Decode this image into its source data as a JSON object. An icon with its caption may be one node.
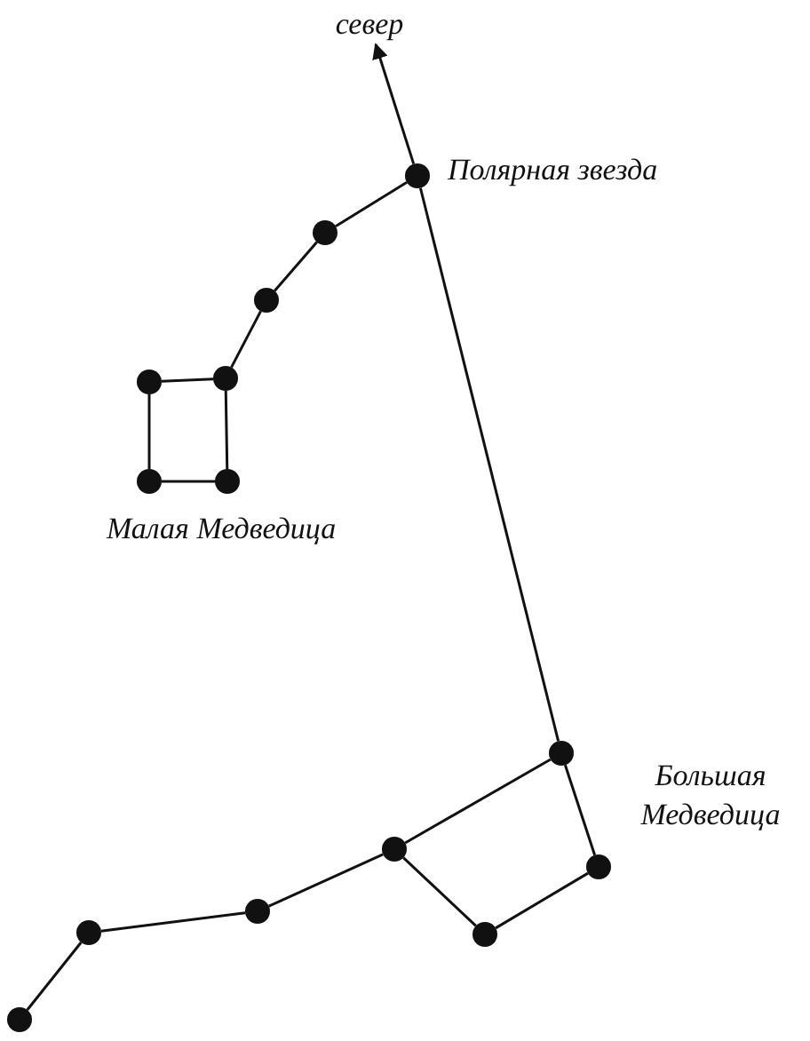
{
  "diagram": {
    "nodes": [
      {
        "text": [
          "север"
        ]
      },
      {
        "text": [],
        "shape": "circle",
        "beside": [
          "Полярная звезда"
        ]
      },
      {
        "text": [],
        "shape": "circle"
      },
      {
        "text": [],
        "shape": "circle"
      },
      {
        "text": [],
        "shape": "circle"
      },
      {
        "text": [],
        "shape": "circle"
      },
      {
        "text": [],
        "shape": "circle"
      },
      {
        "text": [],
        "shape": "circle"
      },
      {
        "text": [],
        "shape": "circle"
      },
      {
        "text": [],
        "shape": "circle"
      },
      {
        "text": [],
        "shape": "circle"
      },
      {
        "text": [],
        "shape": "circle"
      },
      {
        "text": [],
        "shape": "circle"
      },
      {
        "text": [],
        "shape": "circle"
      },
      {
        "text": [],
        "shape": "circle"
      }
    ],
    "edges": [
      {
        "from": 1,
        "to": 0,
        "arrow": "to"
      },
      {
        "from": 1,
        "to": 2,
        "arrow": "none"
      },
      {
        "from": 2,
        "to": 3,
        "arrow": "none"
      },
      {
        "from": 3,
        "to": 4,
        "arrow": "none"
      },
      {
        "from": 4,
        "to": 5,
        "arrow": "none"
      },
      {
        "from": 5,
        "to": 6,
        "arrow": "none"
      },
      {
        "from": 6,
        "to": 7,
        "arrow": "none"
      },
      {
        "from": 7,
        "to": 4,
        "arrow": "none"
      },
      {
        "from": 1,
        "to": 8,
        "arrow": "none"
      },
      {
        "from": 8,
        "to": 9,
        "arrow": "none"
      },
      {
        "from": 9,
        "to": 10,
        "arrow": "none"
      },
      {
        "from": 10,
        "to": 11,
        "arrow": "none"
      },
      {
        "from": 11,
        "to": 8,
        "arrow": "none"
      },
      {
        "from": 11,
        "to": 12,
        "arrow": "none"
      },
      {
        "from": 12,
        "to": 13,
        "arrow": "none"
      },
      {
        "from": 13,
        "to": 14,
        "arrow": "none"
      }
    ],
    "labels": [
      "Малая Медведица",
      "Большая Медведица"
    ]
  }
}
